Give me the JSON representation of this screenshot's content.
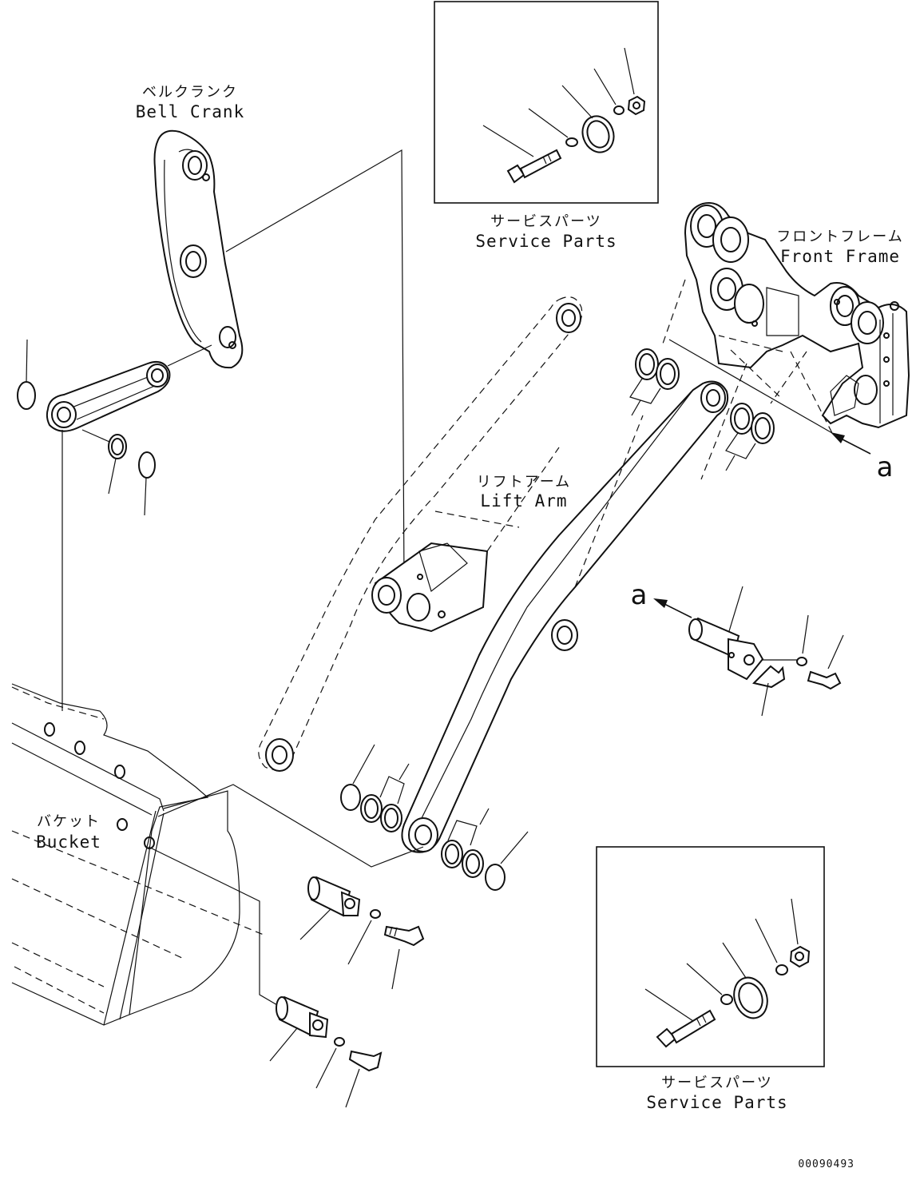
{
  "labels": {
    "bell_crank_jp": "ベルクランク",
    "bell_crank_en": "Bell Crank",
    "service_parts_top_jp": "サービスパーツ",
    "service_parts_top_en": "Service Parts",
    "front_frame_jp": "フロントフレーム",
    "front_frame_en": "Front Frame",
    "lift_arm_jp": "リフトアーム",
    "lift_arm_en": "Lift Arm",
    "bucket_jp": "バケット",
    "bucket_en": "Bucket",
    "service_parts_bottom_jp": "サービスパーツ",
    "service_parts_bottom_en": "Service Parts",
    "ref_a_right": "a",
    "ref_a_left": "a"
  },
  "document_number": "00090493"
}
